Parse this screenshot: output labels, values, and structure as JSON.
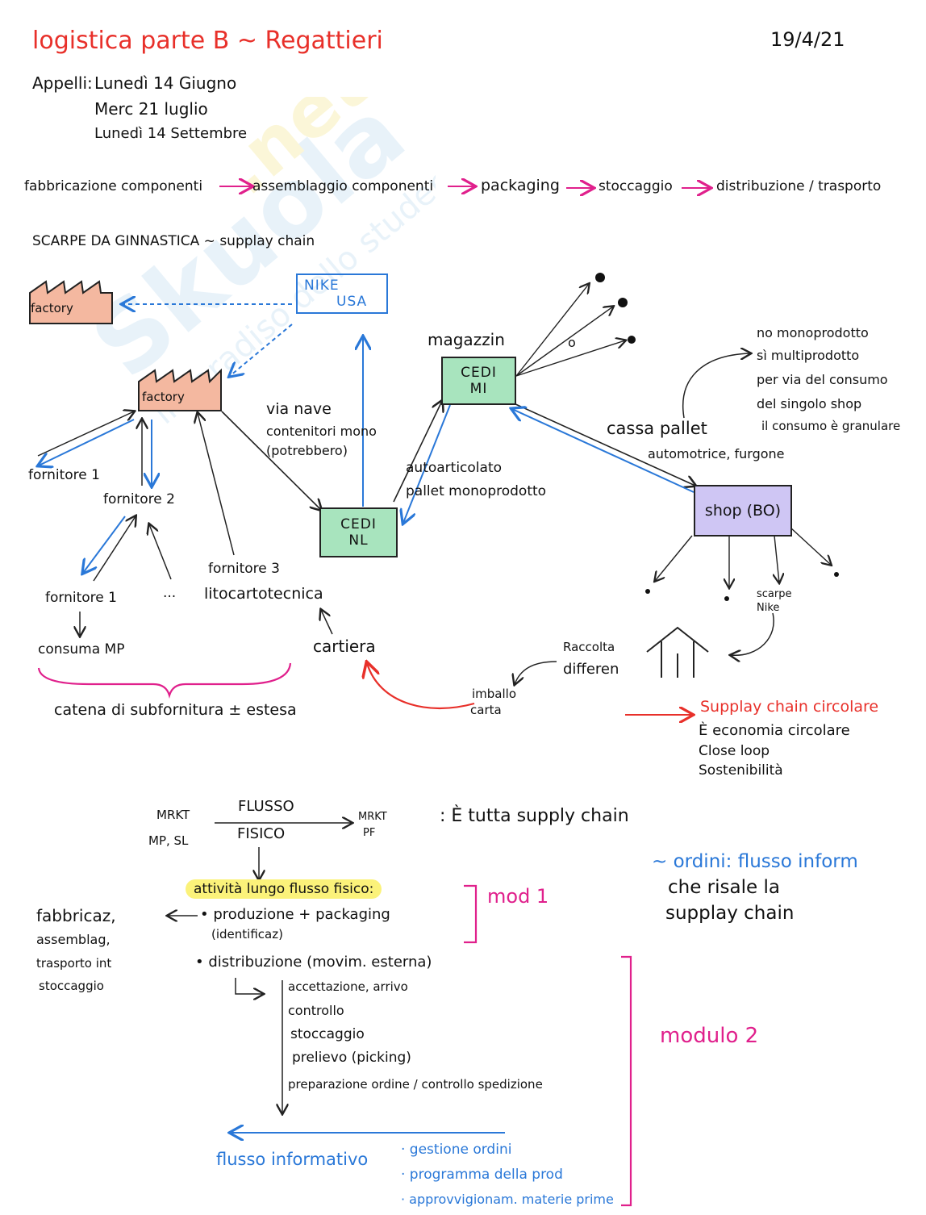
{
  "header": {
    "title": "logistica parte B ~ Regattieri",
    "date": "19/4/21"
  },
  "appelli": {
    "label": "Appelli:",
    "dates": [
      "Lunedì 14 Giugno",
      "Merc 21 luglio",
      "Lunedì 14 Settembre"
    ]
  },
  "process_chain": [
    "fabbricazione componenti",
    "assemblaggio componenti",
    "packaging",
    "stoccaggio",
    "distribuzione / trasporto"
  ],
  "supply_chain": {
    "heading": "SCARPE DA GINNASTICA ~ supplay chain",
    "factory1": "factory",
    "factory2": "factory",
    "nike": [
      "NIKE",
      "USA"
    ],
    "cedi_nl": [
      "CEDI",
      "NL"
    ],
    "cedi_mi": [
      "CEDI",
      "MI"
    ],
    "magazzini": "magazzin",
    "shop": "shop (BO)",
    "via_nave": "via nave",
    "contenitori": "contenitori mono",
    "potrebbero": "(potrebbero)",
    "autoarticolato": "autoarticolato",
    "pallet_mono": "pallet monoprodotto",
    "cassa_pallet": "cassa pallet",
    "automotrice": "automotrice, furgone",
    "no_mono": "no monoprodotto",
    "si_multi": "sì multiprodotto",
    "per_via": "per via del consumo",
    "del_singolo": "del singolo shop",
    "consumo_granulare": "il consumo è granulare",
    "fornitore1a": "fornitore 1",
    "fornitore2": "fornitore 2",
    "fornitore1b": "fornitore 1",
    "dots": "...",
    "fornitore3": "fornitore 3",
    "litocartotecnica": "litocartotecnica",
    "consuma_mp": "consuma MP",
    "cartiera": "cartiera",
    "catena": "catena di subfornitura ± estesa",
    "raccolta": "Raccolta",
    "differen": "differen",
    "imballo": "imballo",
    "carta": "carta",
    "scarpe_nike": [
      "scarpe",
      "Nike"
    ],
    "o_label": "o"
  },
  "circular": {
    "title": "Supplay chain circolare",
    "lines": [
      "È economia circolare",
      "Close loop",
      "Sostenibilità"
    ]
  },
  "flusso": {
    "mrkt_left": [
      "MRKT",
      "MP, SL"
    ],
    "top": "FLUSSO",
    "bottom": "FISICO",
    "mrkt_right": [
      "MRKT",
      "PF"
    ],
    "note": ": È tutta supply chain",
    "ordini_title": "~ ordini: flusso inform",
    "ordini_lines": [
      "che risale la",
      "supplay chain"
    ]
  },
  "activities": {
    "heading": "attività lungo flusso fisico:",
    "prod": "• produzione + packaging",
    "ident": "(identificaz)",
    "left_notes": [
      "fabbricaz,",
      "assemblag,",
      "trasporto int",
      "stoccaggio"
    ],
    "mod1": "mod 1",
    "distrib": "• distribuzione (movim. esterna)",
    "steps": [
      "accettazione, arrivo",
      "controllo",
      "stoccaggio",
      "prelievo (picking)",
      "preparazione ordine / controllo spedizione"
    ],
    "modulo2": "modulo 2",
    "flusso_inf": "flusso informativo",
    "info_items": [
      "· gestione ordini",
      "· programma della prod",
      "· approvvigionam. materie prime"
    ]
  },
  "colors": {
    "title_red": "#e8302a",
    "pink": "#e0208c",
    "blue": "#2a78d8",
    "factory_fill": "#f4b8a0",
    "cedi_fill": "#a8e4be",
    "shop_fill": "#cfc6f4"
  }
}
